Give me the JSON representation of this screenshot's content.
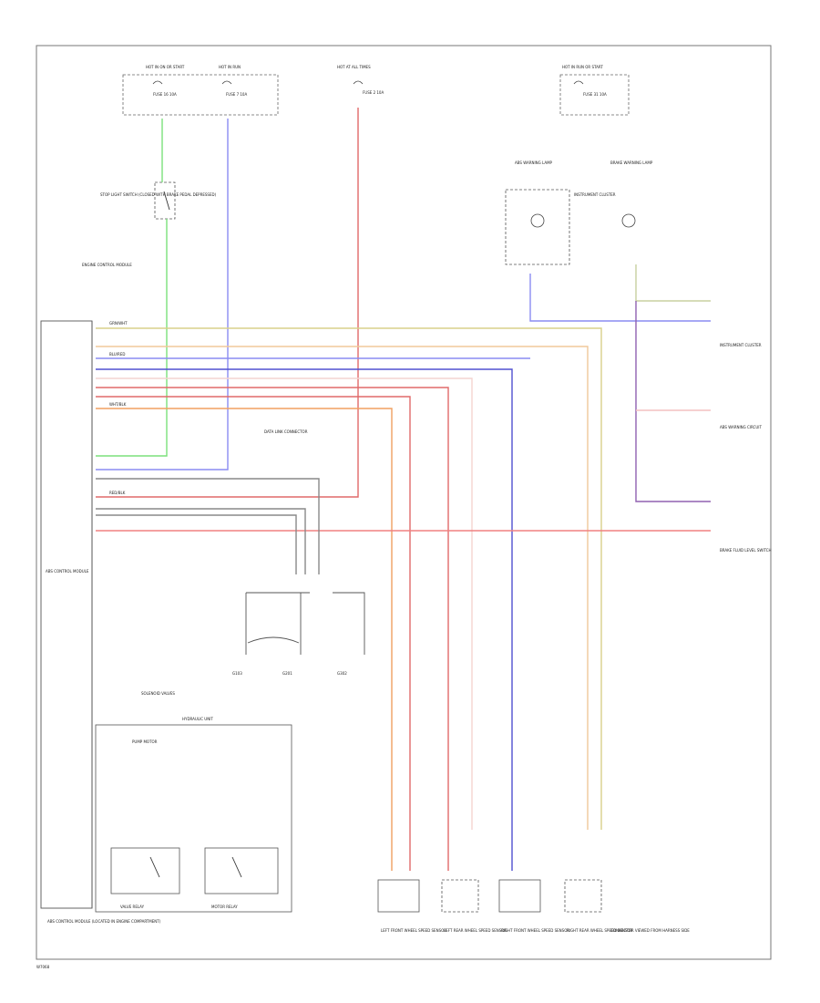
{
  "page": {
    "footer_code": "W7068"
  },
  "labels": {
    "top_left_1": "HOT IN ON OR START",
    "top_left_2": "HOT IN RUN",
    "top_center": "HOT AT ALL TIMES",
    "top_right": "HOT IN RUN OR START",
    "fuse_1": "FUSE 16 10A",
    "fuse_2": "FUSE 7 10A",
    "fuse_3": "FUSE 2 10A",
    "fuse_4": "FUSE 31 10A",
    "brake_switch": "STOP LIGHT SWITCH (CLOSED WITH BRAKE PEDAL DEPRESSED)",
    "engine_control": "ENGINE CONTROL MODULE",
    "abs_lamp": "ABS WARNING LAMP",
    "brake_lamp": "BRAKE WARNING LAMP",
    "instrument_cluster": "INSTRUMENT CLUSTER",
    "abs_module": "ABS CONTROL MODULE",
    "data_link": "DATA LINK CONNECTOR",
    "hydraulic_unit": "HYDRAULIC UNIT",
    "pump_motor": "PUMP MOTOR",
    "solenoid_valves": "SOLENOID VALVES",
    "valve_relay": "VALVE RELAY",
    "motor_relay": "MOTOR RELAY",
    "ground_1": "G103",
    "ground_2": "G201",
    "ground_3": "G302",
    "sensor_lf": "LEFT FRONT WHEEL SPEED SENSOR",
    "sensor_lr": "LEFT REAR WHEEL SPEED SENSOR",
    "sensor_rf": "RIGHT FRONT WHEEL SPEED SENSOR",
    "sensor_rr": "RIGHT REAR WHEEL SPEED SENSOR",
    "connector_note": "CONNECTOR VIEWED FROM HARNESS SIDE",
    "abs_module_note": "ABS CONTROL MODULE (LOCATED IN ENGINE COMPARTMENT)",
    "right_label_1": "INSTRUMENT CLUSTER",
    "right_label_2": "ABS WARNING CIRCUIT",
    "right_label_3": "BRAKE FLUID LEVEL SWITCH",
    "wire_1": "GRN/WHT",
    "wire_2": "BLU/RED",
    "wire_3": "WHT/BLK",
    "wire_4": "RED/BLK"
  }
}
